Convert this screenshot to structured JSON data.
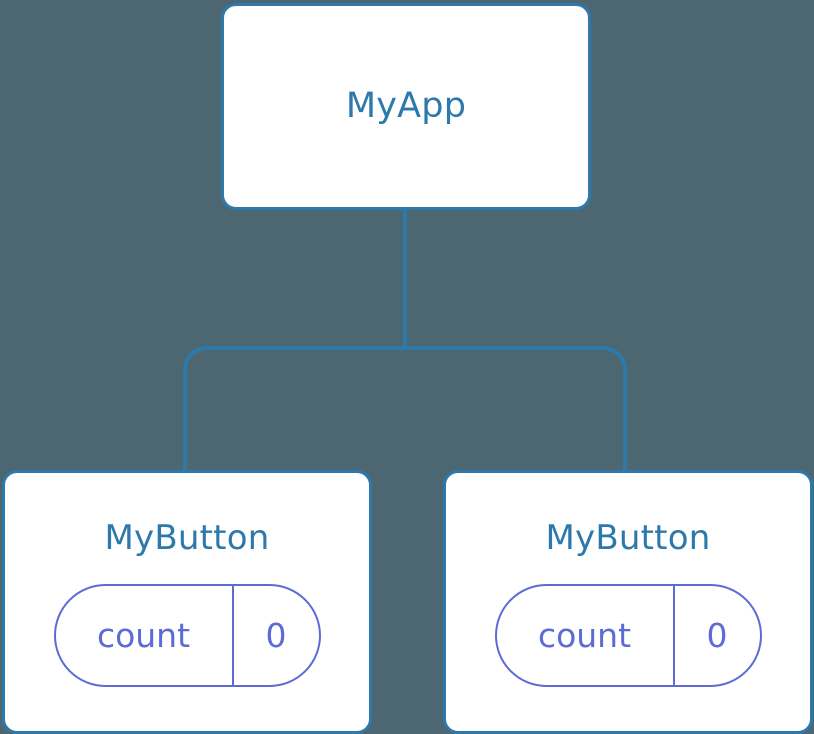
{
  "diagram": {
    "type": "component-tree",
    "background_color": "#4c6771",
    "node_fill_color": "#ffffff",
    "node_border_color": "#2e79ab",
    "node_label_color": "#2e79ab",
    "connector_color": "#2e79ab",
    "pill_border_color": "#5c6bd6",
    "pill_text_color": "#5c6bd6",
    "root": {
      "label": "MyApp"
    },
    "children": [
      {
        "label": "MyButton",
        "state": {
          "key": "count",
          "value": "0"
        }
      },
      {
        "label": "MyButton",
        "state": {
          "key": "count",
          "value": "0"
        }
      }
    ],
    "edges": [
      {
        "from": "MyApp",
        "to": "MyButton-left"
      },
      {
        "from": "MyApp",
        "to": "MyButton-right"
      }
    ]
  }
}
